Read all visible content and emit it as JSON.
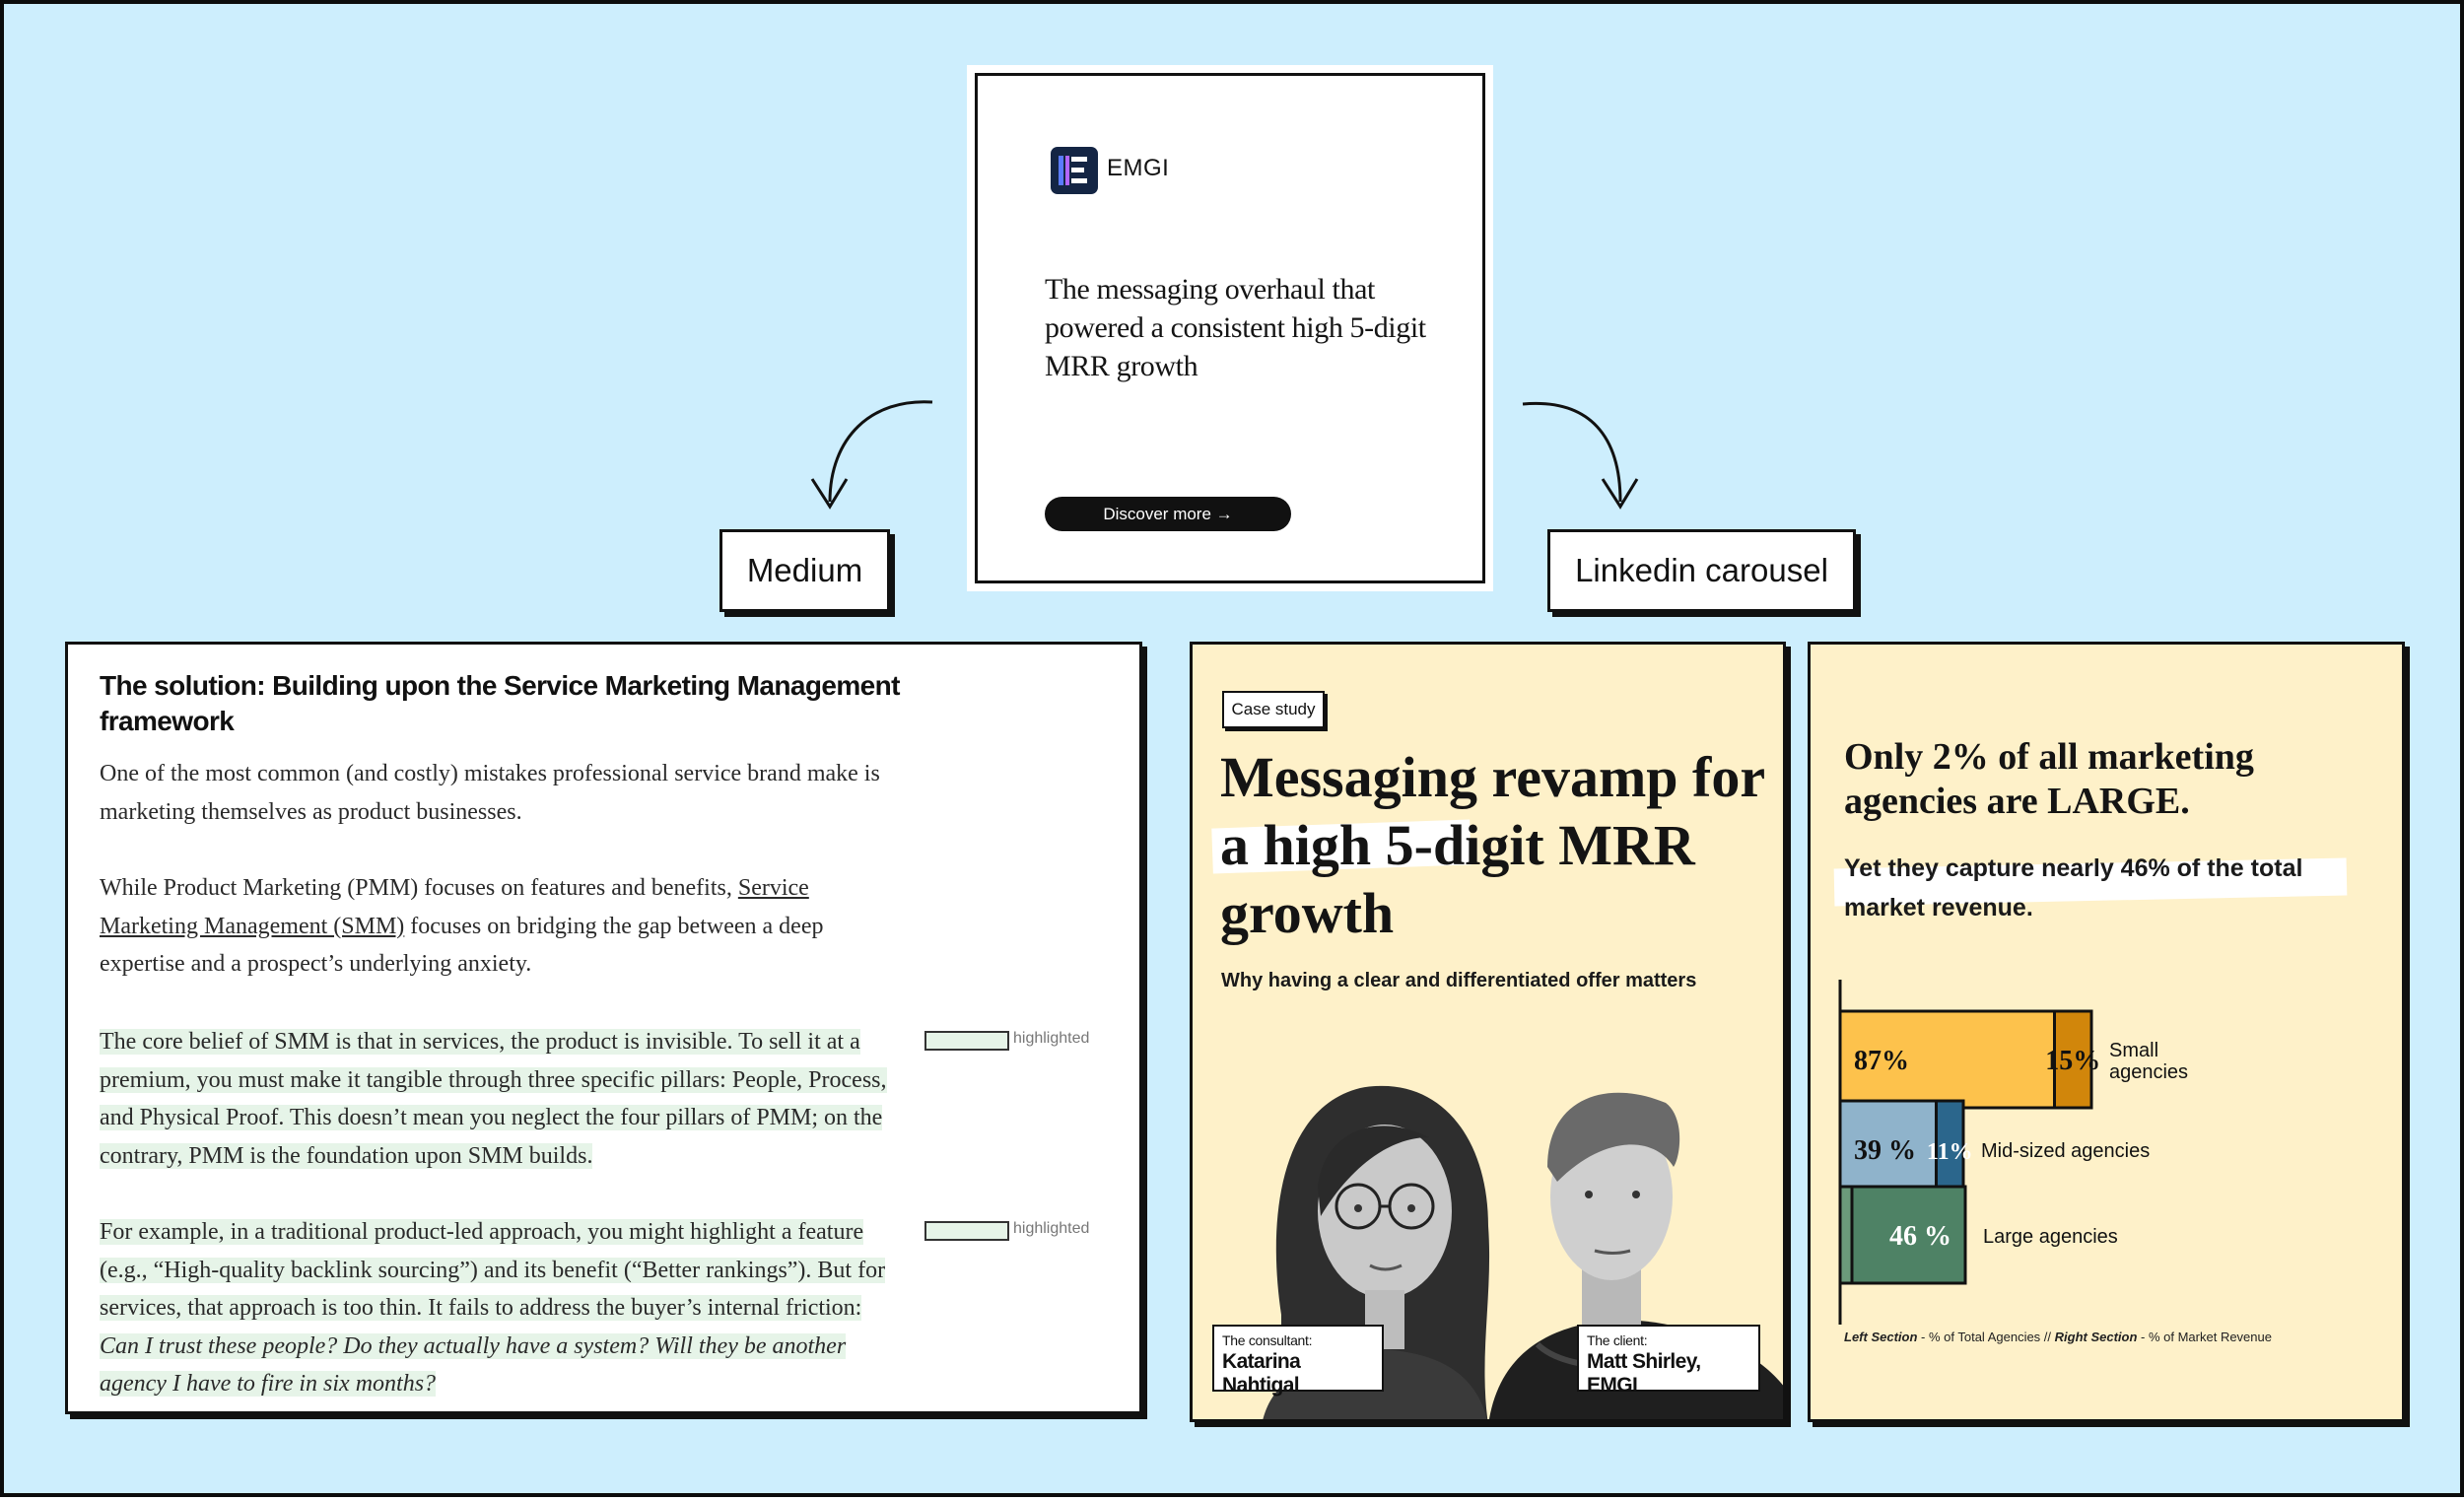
{
  "center_card": {
    "brand": "EMGI",
    "headline": "The messaging overhaul that powered a consistent high 5-digit MRR growth",
    "button": "Discover more →"
  },
  "labels": {
    "medium": "Medium",
    "linkedin": "Linkedin carousel"
  },
  "medium": {
    "heading": "The solution: Building upon the Service Marketing Management framework",
    "p1": "One of the most common (and costly) mistakes professional service brand make is marketing themselves as product businesses.",
    "p2_a": "While Product Marketing (PMM) focuses on features and benefits, ",
    "p2_link": "Service Marketing Management (SMM)",
    "p2_b": " focuses on bridging the gap between a deep expertise and a prospect’s underlying anxiety.",
    "p3": "The core belief of SMM is that in services, the product is invisible. To sell it at a premium, you must make it tangible through three specific pillars: People, Process, and Physical Proof. This doesn’t mean you neglect the four pillars of PMM; on the contrary, PMM is the foundation upon SMM builds.",
    "p4_a": "For example, in a traditional product-led approach, you might highlight a feature (e.g., “High-quality backlink sourcing”) and its benefit (“Better rankings”). But for services, that approach is too thin. It fails to address the buyer’s internal friction: ",
    "p4_italic": "Can I trust these people? Do they actually have a system? Will they be another agency I have to fire in six months?",
    "highlight_label_1": "highlighted",
    "highlight_label_2": "highlighted"
  },
  "carousel_1": {
    "tag": "Case study",
    "title": "Messaging revamp for a high 5-digit MRR growth",
    "subtitle": "Why having a clear and differentiated offer matters",
    "consultant_role": "The consultant:",
    "consultant_name": "Katarina Nahtigal",
    "client_role": "The client:",
    "client_name": "Matt Shirley, EMGI"
  },
  "carousel_2": {
    "title": "Only 2% of all marketing agencies are LARGE.",
    "subtitle": "Yet they capture nearly 46% of the total market revenue.",
    "note_left_bold": "Left Section",
    "note_left": " - % of Total Agencies // ",
    "note_right_bold": "Right Section",
    "note_right": " - % of Market Revenue"
  },
  "chart_data": {
    "type": "bar",
    "orientation": "horizontal",
    "stacked": true,
    "categories": [
      "Small agencies",
      "Mid-sized agencies",
      "Large agencies"
    ],
    "series": [
      {
        "name": "% of Total Agencies",
        "values": [
          87,
          39,
          2
        ],
        "labels": [
          "87%",
          "39 %",
          ""
        ],
        "colors": [
          "#fdc24c",
          "#8fb3cb",
          "#6b9a7a"
        ]
      },
      {
        "name": "% of Market Revenue",
        "values": [
          15,
          11,
          46
        ],
        "labels": [
          "15%",
          "11%",
          "46 %"
        ],
        "colors": [
          "#d1860b",
          "#2b668c",
          "#4e8265"
        ]
      }
    ],
    "category_labels": [
      "Small\nagencies",
      "Mid-sized agencies",
      "Large agencies"
    ]
  }
}
